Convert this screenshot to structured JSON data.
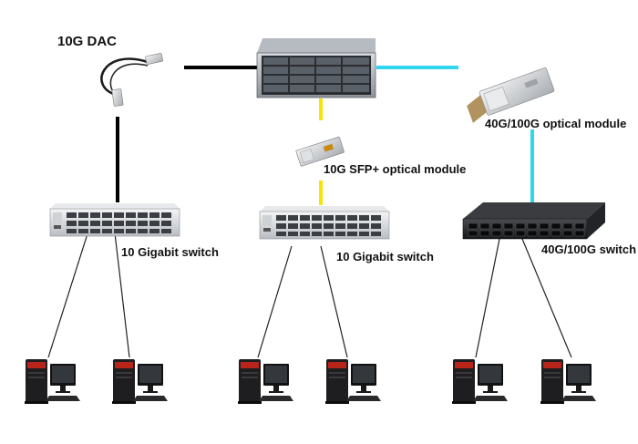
{
  "labels": {
    "dac": "10G DAC",
    "sfp": "10G SFP+ optical module",
    "qsfp": "40G/100G optical module",
    "switch_left": "10 Gigabit switch",
    "switch_middle": "10 Gigabit switch",
    "switch_right": "40G/100G switch"
  },
  "colors": {
    "dac_link": "#000000",
    "sfp_link": "#f7e400",
    "qsfp_link": "#2fd6ee",
    "client_link": "#222222"
  },
  "icons": [
    "dac-cable-icon",
    "server-icon",
    "sfp-module-icon",
    "qsfp-module-icon",
    "switch-icon",
    "dark-switch-icon",
    "desktop-computer-icon"
  ]
}
